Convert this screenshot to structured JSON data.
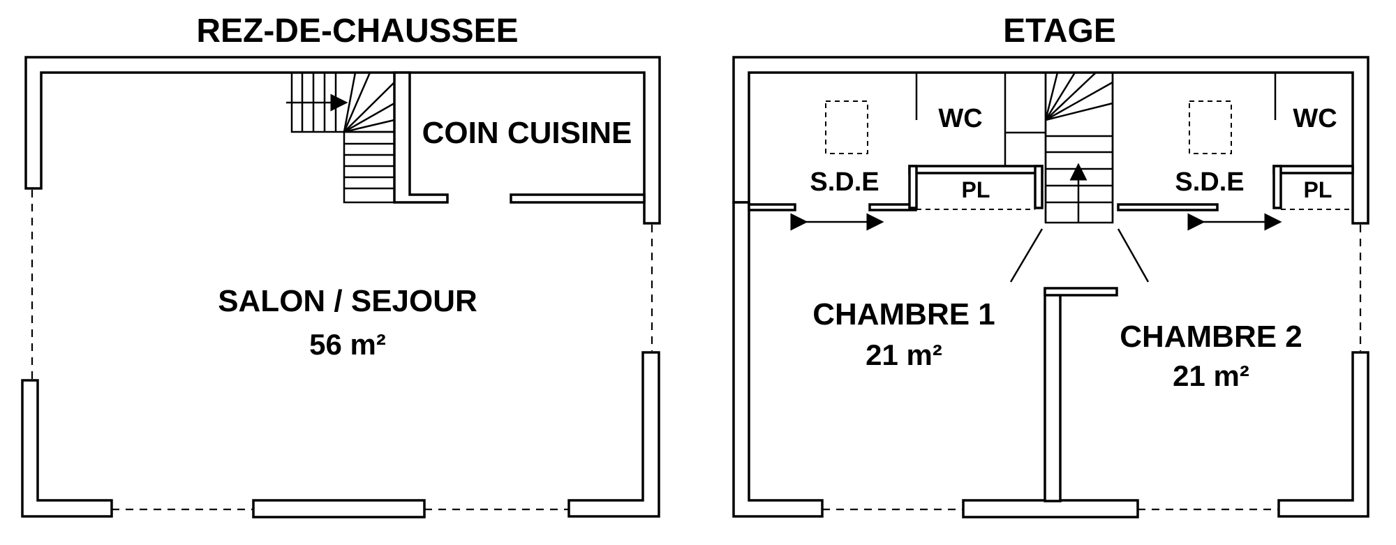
{
  "ground_floor": {
    "title": "REZ-DE-CHAUSSEE",
    "kitchen": "COIN CUISINE",
    "living": "SALON / SEJOUR",
    "living_area": "56 m²"
  },
  "upper_floor": {
    "title": "ETAGE",
    "wc_left": "WC",
    "wc_right": "WC",
    "bath_left": "S.D.E",
    "bath_right": "S.D.E",
    "closet_left": "PL",
    "closet_right": "PL",
    "room1": "CHAMBRE 1",
    "room1_area": "21 m²",
    "room2": "CHAMBRE 2",
    "room2_area": "21 m²"
  }
}
